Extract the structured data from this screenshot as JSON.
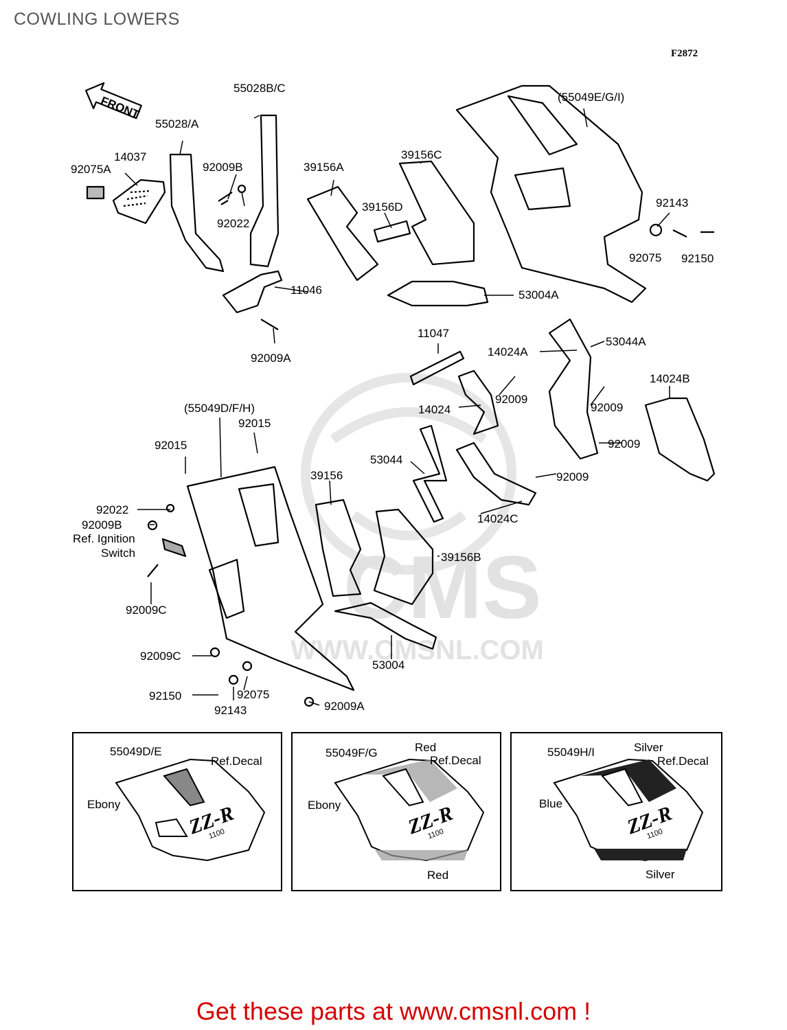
{
  "header": {
    "title": "COWLING LOWERS",
    "figure_code": "F2872"
  },
  "front_arrow_text": "FRONT",
  "watermark": {
    "text": "WWW.CMSNL.COM",
    "logo_text": "CMS"
  },
  "parts": {
    "p55028BC": "55028B/C",
    "p55028A": "55028/A",
    "p14037": "14037",
    "p92075A": "92075A",
    "p92009B_top": "92009B",
    "p92022_top": "92022",
    "p39156A": "39156A",
    "p39156C": "39156C",
    "p39156D": "39156D",
    "p55049EGI": "(55049E/G/I)",
    "p92143_top": "92143",
    "p92075_top": "92075",
    "p92150_top": "92150",
    "p11046": "11046",
    "p53004A": "53004A",
    "p92009A_top": "92009A",
    "p11047": "11047",
    "p14024A": "14024A",
    "p53044A": "53044A",
    "p14024B": "14024B",
    "p92009_1": "92009",
    "p14024": "14024",
    "p92009_2": "92009",
    "p92009_3": "92009",
    "p92009_4": "92009",
    "p14024C": "14024C",
    "p53044": "53044",
    "p39156": "39156",
    "p39156B": "39156B",
    "p55049DFH": "(55049D/F/H)",
    "p92015_a": "92015",
    "p92015_b": "92015",
    "p92022_mid": "92022",
    "p92009B_mid": "92009B",
    "ref_ignition_1": "Ref. Ignition",
    "ref_ignition_2": "Switch",
    "p92009C_a": "92009C",
    "p92009C_b": "92009C",
    "p92150_bot": "92150",
    "p92075_bot": "92075",
    "p92143_bot": "92143",
    "p53004": "53004",
    "p92009A_bot": "92009A"
  },
  "variants": [
    {
      "part": "55049D/E",
      "ref": "Ref.Decal",
      "color": "Ebony",
      "top": "",
      "bottom": ""
    },
    {
      "part": "55049F/G",
      "ref": "Ref.Decal",
      "color": "Ebony",
      "top": "Red",
      "bottom": "Red"
    },
    {
      "part": "55049H/I",
      "ref": "Ref.Decal",
      "color": "Blue",
      "top": "Silver",
      "bottom": "Silver"
    }
  ],
  "decal_logo": "ZZ-R",
  "decal_sub": "1100",
  "footer": {
    "cta": "Get these parts at www.cmsnl.com !"
  }
}
